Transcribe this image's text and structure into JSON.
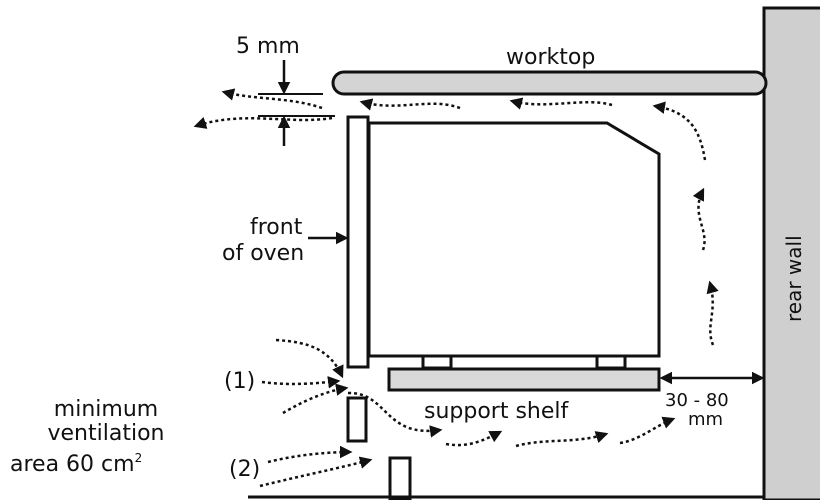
{
  "labels": {
    "gap": "5 mm",
    "worktop": "worktop",
    "front_line1": "front",
    "front_line2": "of oven",
    "rear_wall": "rear wall",
    "marker1": "(1)",
    "marker2": "(2)",
    "support_shelf": "support shelf",
    "distance": "30 - 80",
    "distance_unit": "mm",
    "ventilation_line1": "minimum",
    "ventilation_line2": "ventilation",
    "ventilation_line3": "area 60 cm",
    "ventilation_sup": "2"
  },
  "colors": {
    "ink": "#111111",
    "wall_fill": "#cfcfcf",
    "worktop_fill": "#d4d4d4",
    "shelf_fill": "#d9d9d9"
  }
}
